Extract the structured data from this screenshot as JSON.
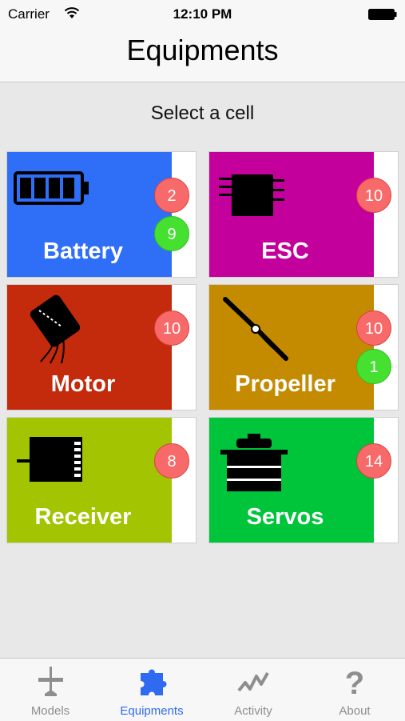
{
  "status_bar": {
    "carrier": "Carrier",
    "time": "12:10 PM"
  },
  "nav": {
    "title": "Equipments"
  },
  "subtitle": "Select a cell",
  "cells": [
    {
      "label": "Battery",
      "color": "#2f6ff7",
      "icon": "battery-icon",
      "badge_red": "2",
      "badge_green": "9"
    },
    {
      "label": "ESC",
      "color": "#c4009c",
      "icon": "esc-icon",
      "badge_red": "10"
    },
    {
      "label": "Motor",
      "color": "#c42a0c",
      "icon": "motor-icon",
      "badge_red": "10"
    },
    {
      "label": "Propeller",
      "color": "#c48a00",
      "icon": "propeller-icon",
      "badge_red": "10",
      "badge_green": "1"
    },
    {
      "label": "Receiver",
      "color": "#a3c400",
      "icon": "receiver-icon",
      "badge_red": "8"
    },
    {
      "label": "Servos",
      "color": "#00c43a",
      "icon": "servo-icon",
      "badge_red": "14"
    }
  ],
  "tabs": [
    {
      "label": "Models",
      "icon": "airplane-icon",
      "active": false
    },
    {
      "label": "Equipments",
      "icon": "puzzle-icon",
      "active": true
    },
    {
      "label": "Activity",
      "icon": "activity-icon",
      "active": false
    },
    {
      "label": "About",
      "icon": "question-icon",
      "active": false
    }
  ],
  "colors": {
    "accent": "#2f6bf0",
    "badge_red": "#f86a6a",
    "badge_green": "#45e030"
  }
}
